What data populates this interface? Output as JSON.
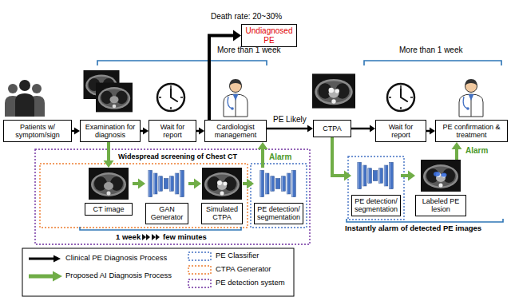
{
  "diagram": {
    "nodes": [
      {
        "text": [
          "Patients w/ symptom/sign"
        ]
      },
      {
        "text": [
          "Examination for diagnosis"
        ]
      },
      {
        "text": [
          "Wait for report"
        ]
      },
      {
        "text": [
          "Cardiologist management"
        ]
      },
      {
        "text": [
          "Undiagnosed PE"
        ]
      },
      {
        "text": [
          "CTPA"
        ]
      },
      {
        "text": [
          "Wait for report"
        ]
      },
      {
        "text": [
          "PE confirmation & treatment"
        ]
      },
      {
        "text": [
          "CT image"
        ]
      },
      {
        "text": [
          "GAN Generator"
        ]
      },
      {
        "text": [
          "Simulated CTPA"
        ]
      },
      {
        "text": [
          "PE detection/ segmentation"
        ]
      },
      {
        "text": [
          "PE detection/ segmentation"
        ]
      },
      {
        "text": [
          "Labeled PE lesion"
        ]
      }
    ],
    "edges": [
      {
        "from": 0,
        "to": 1,
        "arrow": "to"
      },
      {
        "from": 1,
        "to": 2,
        "arrow": "to"
      },
      {
        "from": 2,
        "to": 3,
        "arrow": "to"
      },
      {
        "from": 3,
        "to": 4,
        "arrow": "to"
      },
      {
        "from": 3,
        "to": 5,
        "label": "PE Likely",
        "arrow": "to"
      },
      {
        "from": 5,
        "to": 6,
        "arrow": "to"
      },
      {
        "from": 6,
        "to": 7,
        "arrow": "to"
      },
      {
        "from": 1,
        "to": 8,
        "arrow": "to"
      },
      {
        "from": 8,
        "to": 9,
        "arrow": "to"
      },
      {
        "from": 9,
        "to": 10,
        "arrow": "to"
      },
      {
        "from": 10,
        "to": 11,
        "arrow": "to"
      },
      {
        "from": 11,
        "to": 3,
        "label": "Alarm",
        "arrow": "to"
      },
      {
        "from": 5,
        "to": 12,
        "arrow": "to"
      },
      {
        "from": 12,
        "to": 13,
        "arrow": "to"
      },
      {
        "from": 13,
        "to": 7,
        "label": "Alarm",
        "arrow": "to"
      }
    ],
    "labels": [
      "More than 1 week",
      "Death rate: 20~30%",
      "More than 1 week",
      "Widespread screening of Chest CT",
      "1 week",
      "few minutes",
      "Instantly alarm of detected PE images"
    ],
    "legend": [
      {
        "text": "Clinical PE Diagnosis Process"
      },
      {
        "text": "Proposed AI Diagnosis Process"
      },
      {
        "text": "PE Classifier"
      },
      {
        "text": "CTPA Generator"
      },
      {
        "text": "PE detection system"
      }
    ]
  }
}
